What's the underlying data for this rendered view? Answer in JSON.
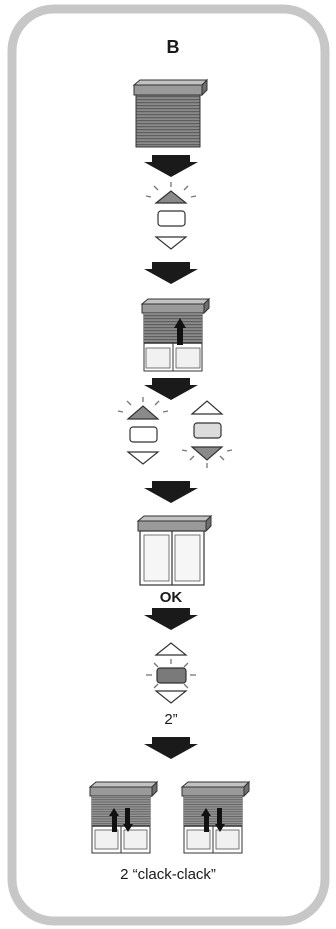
{
  "panel": {
    "label": "B",
    "ok_text": "OK",
    "hold_time": "2”",
    "feedback_text": "2 “clack-clack”"
  },
  "colors": {
    "frame": "#c7c7c7",
    "ink": "#1a1a1a",
    "shade": "#7a7a7a",
    "glow": "#888888"
  }
}
